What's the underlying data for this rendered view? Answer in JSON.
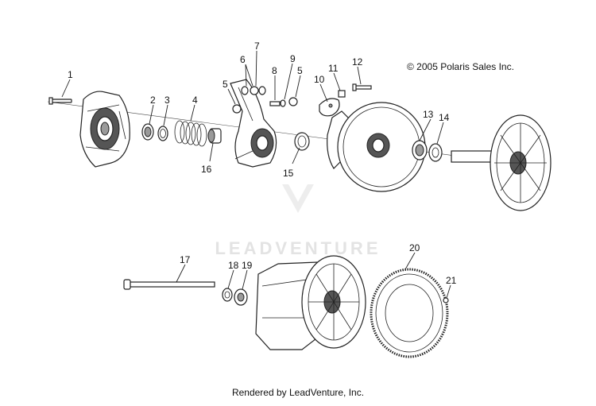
{
  "copyright": "© 2005 Polaris Sales Inc.",
  "watermark": "LEADVENTURE",
  "footer": "Rendered by LeadVenture, Inc.",
  "callouts": [
    "1",
    "2",
    "3",
    "4",
    "5",
    "6",
    "7",
    "8",
    "9",
    "5",
    "10",
    "11",
    "12",
    "13",
    "14",
    "15",
    "16",
    "17",
    "18",
    "19",
    "20",
    "21"
  ]
}
